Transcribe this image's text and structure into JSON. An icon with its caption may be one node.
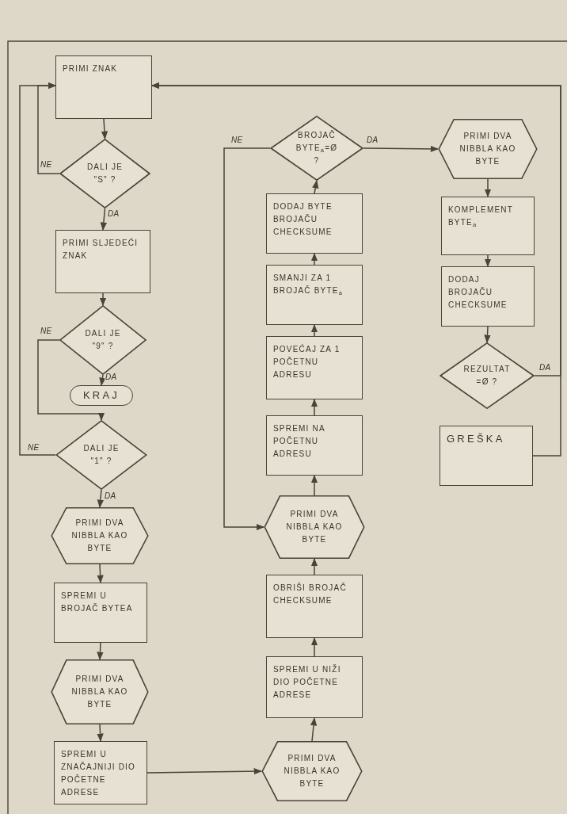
{
  "diagram": {
    "nodes": [
      {
        "text": [
          "PRIMI ZNAK"
        ]
      },
      {
        "text": [
          "DALI JE \"S\" ?"
        ]
      },
      {
        "text": [
          "PRIMI SLJEDEĆI ZNAK"
        ]
      },
      {
        "text": [
          "DALI JE \"9\" ?"
        ]
      },
      {
        "text": [
          "KRAJ"
        ]
      },
      {
        "text": [
          "DALI JE \"1\" ?"
        ]
      },
      {
        "text": [
          "PRIMI DVA NIBBLA KAO BYTE"
        ]
      },
      {
        "text": [
          "SPREMI U BROJAČ BYTEA"
        ]
      },
      {
        "text": [
          "PRIMI DVA NIBBLA KAO BYTE"
        ]
      },
      {
        "text": [
          "SPREMI U ZNAČAJNIJI DIO POČETNE ADRESE"
        ]
      },
      {
        "text": [
          "BROJAČ BYTE$_{a}$=Ø ?"
        ]
      },
      {
        "text": [
          "DODAJ BYTE BROJAČU CHECKSUME"
        ]
      },
      {
        "text": [
          "SMANJI ZA 1 BROJAČ BYTE$_{a}$"
        ]
      },
      {
        "text": [
          "POVEĆAJ ZA 1 POČETNU ADRESU"
        ]
      },
      {
        "text": [
          "SPREMI NA POČETNU ADRESU"
        ]
      },
      {
        "text": [
          "PRIMI DVA NIBBLA KAO BYTE"
        ]
      },
      {
        "text": [
          "OBRIŠI BROJAČ CHECKSUME"
        ]
      },
      {
        "text": [
          "SPREMI U NIŽI DIO POČETNE ADRESE"
        ]
      },
      {
        "text": [
          "PRIMI DVA NIBBLA KAO BYTE"
        ]
      },
      {
        "text": [
          "PRIMI DVA NIBBLA KAO BYTE"
        ]
      },
      {
        "text": [
          "KOMPLEMENT BYTE$_{a}$"
        ]
      },
      {
        "text": [
          "DODAJ BROJAČU CHECKSUME"
        ]
      },
      {
        "text": [
          "REZULTAT =Ø ?"
        ]
      },
      {
        "text": [
          "GREŠKA"
        ]
      }
    ],
    "edges": [
      {
        "from": 0,
        "to": 1,
        "arrow": "to"
      },
      {
        "from": 1,
        "to": 0,
        "arrow": "to",
        "label": "NE"
      },
      {
        "from": 1,
        "to": 2,
        "arrow": "to",
        "label": "DA"
      },
      {
        "from": 2,
        "to": 3,
        "arrow": "to"
      },
      {
        "from": 3,
        "to": 4,
        "arrow": "to",
        "label": "DA"
      },
      {
        "from": 3,
        "to": 5,
        "arrow": "to",
        "label": "NE"
      },
      {
        "from": 5,
        "to": 0,
        "arrow": "to",
        "label": "NE"
      },
      {
        "from": 5,
        "to": 6,
        "arrow": "to",
        "label": "DA"
      },
      {
        "from": 6,
        "to": 7,
        "arrow": "to"
      },
      {
        "from": 7,
        "to": 8,
        "arrow": "to"
      },
      {
        "from": 8,
        "to": 9,
        "arrow": "to"
      },
      {
        "from": 9,
        "to": 18,
        "arrow": "to"
      },
      {
        "from": 18,
        "to": 17,
        "arrow": "to"
      },
      {
        "from": 17,
        "to": 16,
        "arrow": "to"
      },
      {
        "from": 16,
        "to": 15,
        "arrow": "to"
      },
      {
        "from": 15,
        "to": 14,
        "arrow": "to"
      },
      {
        "from": 14,
        "to": 13,
        "arrow": "to"
      },
      {
        "from": 13,
        "to": 12,
        "arrow": "to"
      },
      {
        "from": 12,
        "to": 11,
        "arrow": "to"
      },
      {
        "from": 11,
        "to": 10,
        "arrow": "to"
      },
      {
        "from": 10,
        "to": 15,
        "arrow": "to",
        "label": "NE"
      },
      {
        "from": 10,
        "to": 19,
        "arrow": "to",
        "label": "DA"
      },
      {
        "from": 19,
        "to": 20,
        "arrow": "to"
      },
      {
        "from": 20,
        "to": 21,
        "arrow": "to"
      },
      {
        "from": 21,
        "to": 22,
        "arrow": "to"
      },
      {
        "from": 22,
        "to": 0,
        "arrow": "to",
        "label": "DA"
      },
      {
        "from": 23,
        "to": 0,
        "arrow": "to"
      }
    ]
  }
}
